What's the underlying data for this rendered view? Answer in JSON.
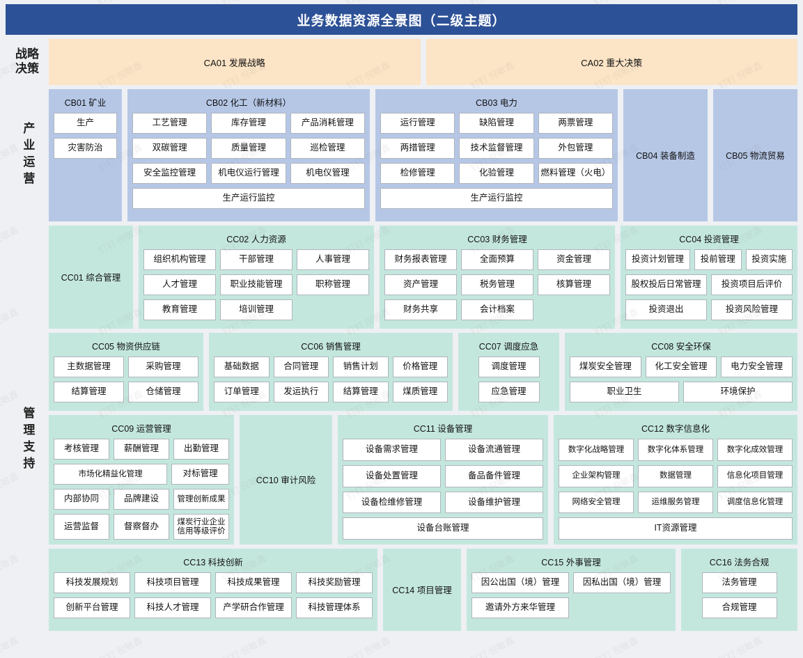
{
  "header": {
    "title": "业务数据资源全景图（二级主题）"
  },
  "watermark": {
    "text": "钉钉 倪敏鑫"
  },
  "colors": {
    "title_bg": "#2d5196",
    "strategy_card": "#fce4c6",
    "industry_group": "#b6c7e6",
    "management_group": "#c4e7dd",
    "page_bg": "#eef0f3",
    "cell_bg": "#ffffff",
    "cell_border": "#aeb4bd"
  },
  "bands": [
    {
      "label": "战略决策",
      "label_vertical": false,
      "groups": [
        {
          "id": "CA01",
          "title": "CA01 发展战略",
          "style": "strategy",
          "items": []
        },
        {
          "id": "CA02",
          "title": "CA02 重大决策",
          "style": "strategy",
          "items": []
        }
      ]
    },
    {
      "label": "产业运营",
      "label_vertical": true,
      "groups": [
        {
          "id": "CB01",
          "title": "CB01 矿业",
          "rows": [
            [
              "生产"
            ],
            [
              "灾害防治"
            ]
          ]
        },
        {
          "id": "CB02",
          "title": "CB02 化工（新材料）",
          "rows": [
            [
              "工艺管理",
              "库存管理",
              "产品消耗管理"
            ],
            [
              "双碳管理",
              "质量管理",
              "巡检管理"
            ],
            [
              "安全监控管理",
              "机电仪运行管理",
              "机电仪管理"
            ],
            [
              "生产运行监控"
            ]
          ]
        },
        {
          "id": "CB03",
          "title": "CB03 电力",
          "rows": [
            [
              "运行管理",
              "缺陷管理",
              "两票管理"
            ],
            [
              "两措管理",
              "技术监督管理",
              "外包管理"
            ],
            [
              "检修管理",
              "化验管理",
              "燃料管理（火电）"
            ],
            [
              "生产运行监控"
            ]
          ]
        },
        {
          "id": "CB04",
          "title": "CB04 装备制造",
          "rows": []
        },
        {
          "id": "CB05",
          "title": "CB05 物流贸易",
          "rows": []
        }
      ]
    }
  ],
  "management": {
    "label": "管理支持",
    "rows": [
      {
        "groups": [
          {
            "id": "CC01",
            "title": "CC01 综合管理",
            "rows": []
          },
          {
            "id": "CC02",
            "title": "CC02 人力资源",
            "rows": [
              [
                "组织机构管理",
                "干部管理",
                "人事管理"
              ],
              [
                "人才管理",
                "职业技能管理",
                "职称管理"
              ],
              [
                "教育管理",
                "培训管理",
                ""
              ]
            ]
          },
          {
            "id": "CC03",
            "title": "CC03 财务管理",
            "rows": [
              [
                "财务报表管理",
                "全面预算",
                "资金管理"
              ],
              [
                "资产管理",
                "税务管理",
                "核算管理"
              ],
              [
                "财务共享",
                "会计档案",
                ""
              ]
            ]
          },
          {
            "id": "CC04",
            "title": "CC04 投资管理",
            "rows": [
              [
                "投资计划管理",
                "投前管理",
                "投资实施"
              ],
              [
                "股权投后日常管理",
                "投资项目后评价"
              ],
              [
                "投资退出",
                "投资风险管理"
              ]
            ]
          }
        ]
      },
      {
        "groups": [
          {
            "id": "CC05",
            "title": "CC05 物资供应链",
            "rows": [
              [
                "主数据管理",
                "采购管理"
              ],
              [
                "结算管理",
                "仓储管理"
              ]
            ]
          },
          {
            "id": "CC06",
            "title": "CC06 销售管理",
            "rows": [
              [
                "基础数据",
                "合同管理",
                "销售计划",
                "价格管理"
              ],
              [
                "订单管理",
                "发运执行",
                "结算管理",
                "煤质管理"
              ]
            ]
          },
          {
            "id": "CC07",
            "title": "CC07 调度应急",
            "rows": [
              [
                "调度管理"
              ],
              [
                "应急管理"
              ]
            ]
          },
          {
            "id": "CC08",
            "title": "CC08 安全环保",
            "rows": [
              [
                "煤炭安全管理",
                "化工安全管理",
                "电力安全管理"
              ],
              [
                "职业卫生",
                "环境保护"
              ]
            ]
          }
        ]
      },
      {
        "groups": [
          {
            "id": "CC09",
            "title": "CC09 运营管理",
            "rows": [
              [
                "考核管理",
                "薪酬管理",
                "出勤管理"
              ],
              [
                "市场化精益化管理",
                "对标管理"
              ],
              [
                "内部协同",
                "品牌建设",
                "管理创新成果"
              ],
              [
                "运营监督",
                "督察督办",
                "煤炭行业企业信用等级评价"
              ]
            ]
          },
          {
            "id": "CC10",
            "title": "CC10 审计风险",
            "rows": []
          },
          {
            "id": "CC11",
            "title": "CC11 设备管理",
            "rows": [
              [
                "设备需求管理",
                "设备流通管理"
              ],
              [
                "设备处置管理",
                "备品备件管理"
              ],
              [
                "设备检维修管理",
                "设备维护管理"
              ],
              [
                "设备台账管理"
              ]
            ]
          },
          {
            "id": "CC12",
            "title": "CC12 数字信息化",
            "rows": [
              [
                "数字化战略管理",
                "数字化体系管理",
                "数字化成效管理"
              ],
              [
                "企业架构管理",
                "数据管理",
                "信息化项目管理"
              ],
              [
                "网络安全管理",
                "运维服务管理",
                "调度信息化管理"
              ],
              [
                "IT资源管理"
              ]
            ]
          }
        ]
      },
      {
        "groups": [
          {
            "id": "CC13",
            "title": "CC13 科技创新",
            "rows": [
              [
                "科技发展规划",
                "科技项目管理",
                "科技成果管理",
                "科技奖励管理"
              ],
              [
                "创新平台管理",
                "科技人才管理",
                "产学研合作管理",
                "科技管理体系"
              ]
            ]
          },
          {
            "id": "CC14",
            "title": "CC14 项目管理",
            "rows": []
          },
          {
            "id": "CC15",
            "title": "CC15 外事管理",
            "rows": [
              [
                "因公出国（境）管理",
                "因私出国（境）管理"
              ],
              [
                "邀请外方来华管理",
                ""
              ]
            ]
          },
          {
            "id": "CC16",
            "title": "CC16 法务合规",
            "rows": [
              [
                "法务管理"
              ],
              [
                "合规管理"
              ]
            ]
          }
        ]
      }
    ]
  }
}
